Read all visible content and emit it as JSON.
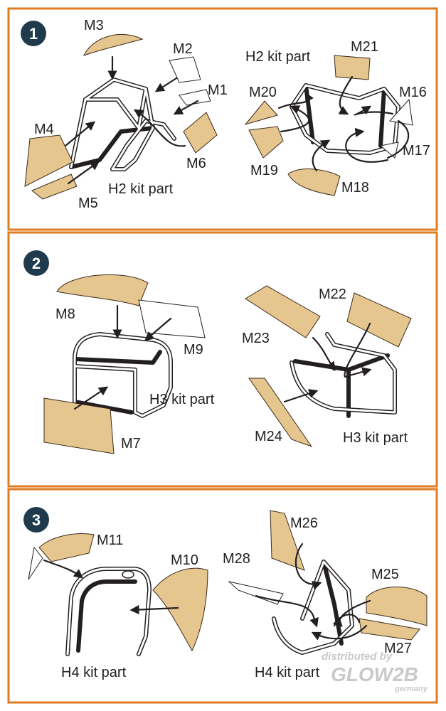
{
  "colors": {
    "panel_border": "#e07b21",
    "mask_fill": "#e6c68f",
    "step_circle": "#1f3a4c",
    "line": "#231f20"
  },
  "steps": [
    {
      "number": "1",
      "labels": {
        "M1": "M1",
        "M2": "M2",
        "M3": "M3",
        "M4": "M4",
        "M5": "M5",
        "M6": "M6",
        "M16": "M16",
        "M17": "M17",
        "M18": "M18",
        "M19": "M19",
        "M20": "M20",
        "M21": "M21"
      },
      "kit_left": "H2 kit part",
      "kit_right": "H2 kit part"
    },
    {
      "number": "2",
      "labels": {
        "M7": "M7",
        "M8": "M8",
        "M9": "M9",
        "M22": "M22",
        "M23": "M23",
        "M24": "M24"
      },
      "kit_left": "H3 kit part",
      "kit_right": "H3 kit part"
    },
    {
      "number": "3",
      "labels": {
        "M10": "M10",
        "M11": "M11",
        "M25": "M25",
        "M26": "M26",
        "M27": "M27",
        "M28": "M28"
      },
      "kit_left": "H4 kit part",
      "kit_right": "H4 kit part"
    }
  ],
  "watermark": {
    "top": "distributed by",
    "brand": "GLOW2B",
    "sub": "germany"
  }
}
